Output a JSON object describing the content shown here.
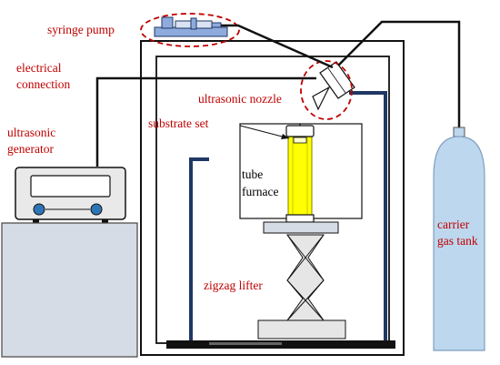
{
  "labels": {
    "syringe_pump": "syringe pump",
    "electrical_1": "electrical",
    "electrical_2": "connection",
    "ultrasonic_nozzle": "ultrasonic nozzle",
    "substrate_set": "substrate set",
    "ultrasonic_1": "ultrasonic",
    "ultrasonic_2": "generator",
    "tube_1": "tube",
    "tube_2": "furnace",
    "carrier_1": "carrier",
    "carrier_2": "gas tank",
    "zigzag_lifter": "zigzag lifter"
  },
  "colors": {
    "label_red": "#c00000",
    "label_black": "#000000",
    "wire": "#111111",
    "frame": "#111111",
    "stand": "#1f3864",
    "generator_fill": "#e9e9e9",
    "generator_knob": "#2e75b6",
    "base_fill": "#d6dce5",
    "tank_fill": "#bdd7ee",
    "tube_yellow": "#ffff00",
    "tube_edge": "#7f7f00",
    "lifter_fill": "#e6e6e6",
    "pump_fill": "#8faadc",
    "dashed_circle": "#c00000"
  }
}
